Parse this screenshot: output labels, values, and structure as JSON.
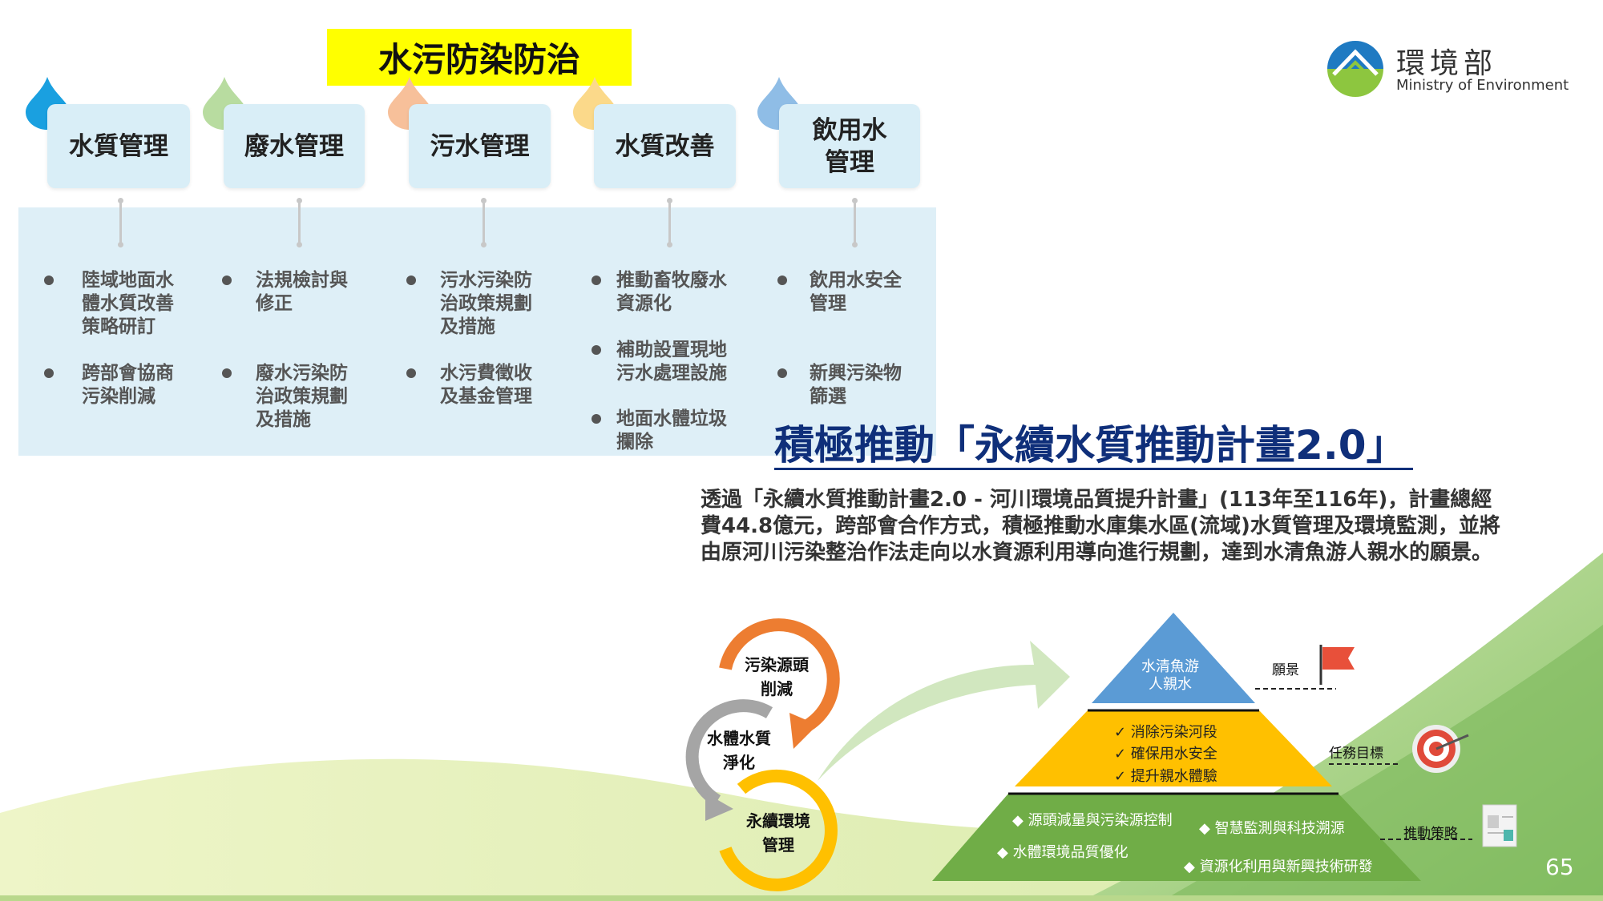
{
  "logo": {
    "name_zh": "環境部",
    "name_en": "Ministry of Environment"
  },
  "title": "水污防染防治",
  "categories": [
    {
      "label": "水質管理",
      "color": "#1aa0e0",
      "items": [
        "陸域地面水\n體水質改善\n策略研訂",
        "跨部會協商\n污染削減"
      ]
    },
    {
      "label": "廢水管理",
      "color": "#b8dca0",
      "items": [
        "法規檢討與\n修正",
        "廢水污染防\n治政策規劃\n及措施"
      ]
    },
    {
      "label": "污水管理",
      "color": "#f7c09a",
      "items": [
        "污水污染防\n治政策規劃\n及措施",
        "水污費徵收\n及基金管理"
      ]
    },
    {
      "label": "水質改善",
      "color": "#fbd98a",
      "items": [
        "推動畜牧廢水\n資源化",
        "補助設置現地\n污水處理設施",
        "地面水體垃圾\n攔除"
      ]
    },
    {
      "label": "飲用水\n管理",
      "color": "#8fbde6",
      "items": [
        "飲用水安全\n管理",
        "新興污染物\n篩選"
      ]
    }
  ],
  "heading": "積極推動「永續水質推動計畫2.0」",
  "paragraph": "透過「永續水質推動計畫2.0 - 河川環境品質提升計畫」(113年至116年)，計畫總經費44.8億元，跨部會合作方式，積極推動水庫集水區(流域)水質管理及環境監測，並將由原河川污染整治作法走向以水資源利用導向進行規劃，達到水清魚游人親水的願景。",
  "cycle": [
    "污染源頭\n削減",
    "水體水質\n淨化",
    "永續環境\n管理"
  ],
  "pyramid": {
    "top": "水清魚游\n人親水",
    "middle": [
      "✓  消除污染河段",
      "✓  確保用水安全",
      "✓  提升親水體驗"
    ],
    "bottom": [
      "◆  源頭減量與污染源控制",
      "◆  智慧監測與科技溯源",
      "◆  水體環境品質優化",
      "◆  資源化利用與新興技術研發"
    ],
    "labels": [
      "願景",
      "任務目標",
      "推動策略"
    ],
    "colors": {
      "top": "#5b9bd5",
      "middle": "#ffc000",
      "bottom": "#70ad47"
    }
  },
  "page_number": "65"
}
